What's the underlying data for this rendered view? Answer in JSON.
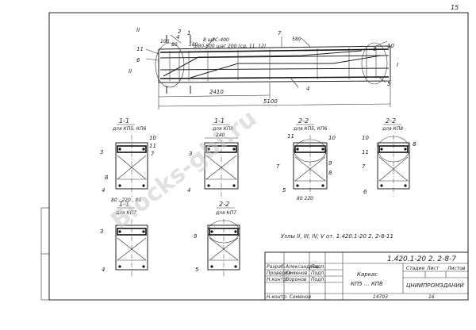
{
  "page_number": "15",
  "elevation": {
    "roman_top": "II",
    "roman_side": "II",
    "sec_1": "1",
    "sec_2": "2",
    "pos_11": "11",
    "pos_6": "6",
    "pos_4": "4",
    "pos_8": "8",
    "pos_7": "7",
    "pos_10": "10",
    "pos_5": "5",
    "dim_100": "100",
    "dim_80": "80",
    "dim_580a": "580",
    "spec_l1": "8 ш8С-400",
    "spec_l2": "ш80-500 шаг 200 (сд. 11, 12)",
    "dim_580b": "580",
    "dim_2410": "2410",
    "dim_5100": "5100",
    "roman_right": "I"
  },
  "sections": {
    "s1": {
      "title": "1-1",
      "sub": "для КП5, КП6",
      "l3": "3",
      "l10": "10",
      "l11": "11",
      "l7": "7",
      "l8": "8",
      "l4": "4",
      "dims": "80 , 220 , 80"
    },
    "s2": {
      "title": "1-1",
      "sub": "для КП8",
      "w": "240",
      "l3": "3",
      "l4": "4"
    },
    "s3": {
      "title": "2-2",
      "sub": "для КП5, КП6",
      "l11": "11",
      "l10": "10",
      "l7": "7",
      "l9": "9",
      "l8": "8",
      "l5": "5",
      "dims": "80 220"
    },
    "s4": {
      "title": "2-2",
      "sub": "для КП8",
      "l10": "10",
      "l8": "8",
      "l11": "11",
      "l7": "7",
      "l6": "6"
    },
    "s5": {
      "title": "1-1",
      "sub": "для КП7",
      "l3": "3",
      "l4": "4"
    },
    "s6": {
      "title": "2-2",
      "sub": "для КП7",
      "l9": "9",
      "l5": "5"
    }
  },
  "note_nodes": "Узлы II, III, IV, V  от. 1.420.1-20 2. 2-8-11",
  "title_block": {
    "code": "1.420.1-20 2. 2-8-7",
    "left_rows": [
      [
        "Разраб.",
        "Александров",
        "Подп."
      ],
      [
        "Проверил",
        "Семенов",
        "Подп."
      ],
      [
        "Н.контр.",
        "Воронов",
        "Подп."
      ]
    ],
    "name_l1": "Каркас",
    "name_l2": "КП5 ... КП8",
    "stage_h": "Стадия",
    "sheet_h": "Лист",
    "sheets_h": "Листов",
    "org": "ЦНИИПРОМЗДАНИЙ",
    "bottom_left": "Н.контр. Семенов",
    "bottom_num": "14703",
    "bottom_sheet": "16"
  },
  "watermark": "Blocks-gbi.ru"
}
